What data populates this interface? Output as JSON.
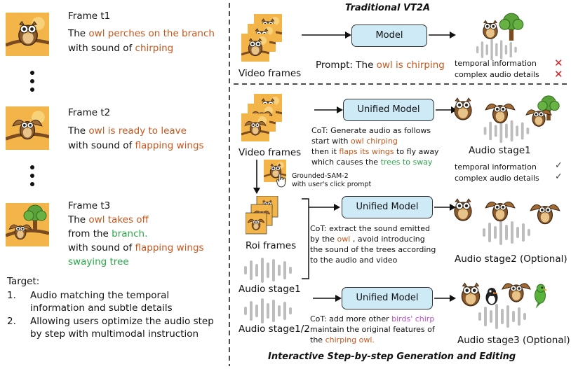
{
  "left": {
    "frame1": {
      "title": "Frame t1",
      "line1_a": "The ",
      "line1_b": "owl perches on the branch",
      "line2_a": "with sound of ",
      "line2_b": "chirping"
    },
    "frame2": {
      "title": "Frame t2",
      "line1_a": "The ",
      "line1_b": "owl is ready to leave",
      "line2_a": "with sound of ",
      "line2_b": "flapping wings"
    },
    "frame3": {
      "title": "Frame t3",
      "line1_a": "The ",
      "line1_b": "owl takes off",
      "line2_a": "from the ",
      "line2_b": "branch.",
      "line3_a": "with sound of ",
      "line3_b": "flapping wings",
      "line4": "swaying tree"
    },
    "target": {
      "heading": "Target:",
      "item1_num": "1.",
      "item1_l1": "Audio matching the temporal",
      "item1_l2": "information and subtle details",
      "item2_num": "2.",
      "item2_l1": "Allowing users optimize the audio step",
      "item2_l2": "by step with multimodal instruction"
    }
  },
  "top": {
    "title": "Traditional VT2A",
    "video_label": "Video frames",
    "model_label": "Model",
    "prompt_a": "Prompt: The ",
    "prompt_b": "owl is chirping",
    "issue1": "temporal information",
    "issue2": "complex audio details",
    "x_mark": "✕"
  },
  "bottom": {
    "video_label": "Video frames",
    "sam_l1": "Grounded-SAM-2",
    "sam_l2": "with user's click prompt",
    "roi_label": "Roi frames",
    "audio1_label": "Audio stage1",
    "audio12_label": "Audio stage1/2",
    "model1": "Unified Model",
    "model2": "Unified Model",
    "model3": "Unified Model",
    "cot1": {
      "l1": "CoT: Generate audio as follows",
      "l2_a": "start with ",
      "l2_b": "owl chirping",
      "l3_a": "then it ",
      "l3_b": "flaps its wings",
      "l3_c": " to fly away",
      "l4_a": "which  causes the ",
      "l4_b": "trees to sway"
    },
    "cot2": {
      "l1": "CoT: extract the sound emitted",
      "l2_a": "by the ",
      "l2_b": "owl",
      "l2_c": " , avoid introducing",
      "l3": "the sound of the trees according",
      "l4": "to the audio and video"
    },
    "cot3": {
      "l1_a": "CoT: add more other ",
      "l1_b": "birds' chirp",
      "l2": "maintain the original features of",
      "l3_a": "the ",
      "l3_b": "chirping owl."
    },
    "stage1_label": "Audio stage1",
    "stage1_check1": "temporal information",
    "stage1_check2": "complex audio details",
    "check_mark": "✓",
    "stage2_label": "Audio stage2 (Optional)",
    "stage3_label": "Audio stage3 (Optional)",
    "footer_title": "Interactive Step-by-step Generation and Editing"
  }
}
